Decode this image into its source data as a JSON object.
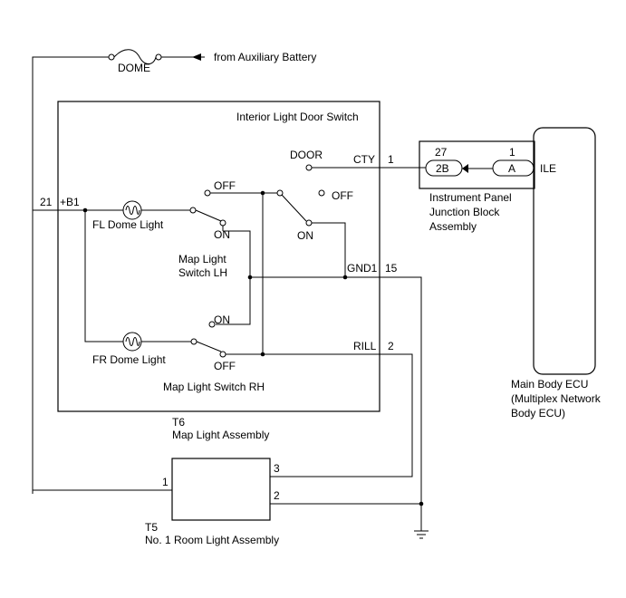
{
  "fuse": {
    "label": "DOME",
    "source": "from Auxiliary Battery"
  },
  "t6": {
    "title": "Interior Light Door Switch",
    "id": "T6",
    "name": "Map Light Assembly",
    "pin_b1": "21",
    "b1": "+B1",
    "door": "DOOR",
    "off": "OFF",
    "on": "ON",
    "fl_dome": "FL Dome Light",
    "fr_dome": "FR Dome Light",
    "map_lh_1": "Map Light",
    "map_lh_2": "Switch LH",
    "map_rh": "Map Light Switch RH",
    "cty": "CTY",
    "cty_pin": "1",
    "gnd1": "GND1",
    "gnd1_pin": "15",
    "rill": "RILL",
    "rill_pin": "2"
  },
  "junction": {
    "pin_2b": "27",
    "conn_2b": "2B",
    "pin_a": "1",
    "conn_a": "A",
    "line1": "Instrument Panel",
    "line2": "Junction Block",
    "line3": "Assembly"
  },
  "ecu": {
    "terminal": "ILE",
    "line1": "Main Body ECU",
    "line2": "(Multiplex Network",
    "line3": "Body ECU)"
  },
  "t5": {
    "id": "T5",
    "name": "No. 1 Room Light Assembly",
    "pin1": "1",
    "pin2": "2",
    "pin3": "3"
  }
}
